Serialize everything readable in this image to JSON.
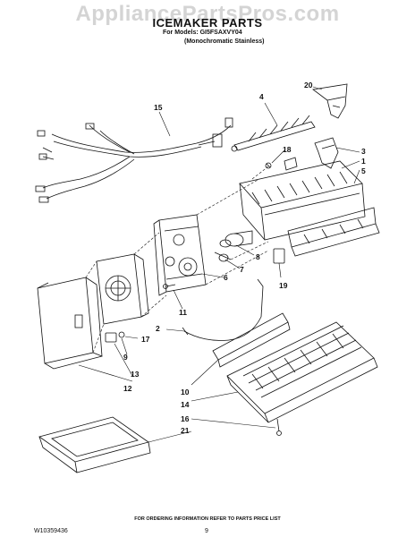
{
  "watermark": "AppliancePartsPros.com",
  "header": {
    "title": "ICEMAKER PARTS",
    "models": "For Models: GI5FSAXVY04",
    "variant": "(Monochromatic Stainless)"
  },
  "callouts": [
    "20",
    "4",
    "15",
    "18",
    "3",
    "1",
    "5",
    "8",
    "7",
    "6",
    "19",
    "11",
    "17",
    "9",
    "2",
    "13",
    "12",
    "10",
    "14",
    "16",
    "21"
  ],
  "footer": {
    "note": "FOR ORDERING INFORMATION REFER TO PARTS PRICE LIST",
    "doc_number": "W10359436",
    "page_number": "9"
  }
}
